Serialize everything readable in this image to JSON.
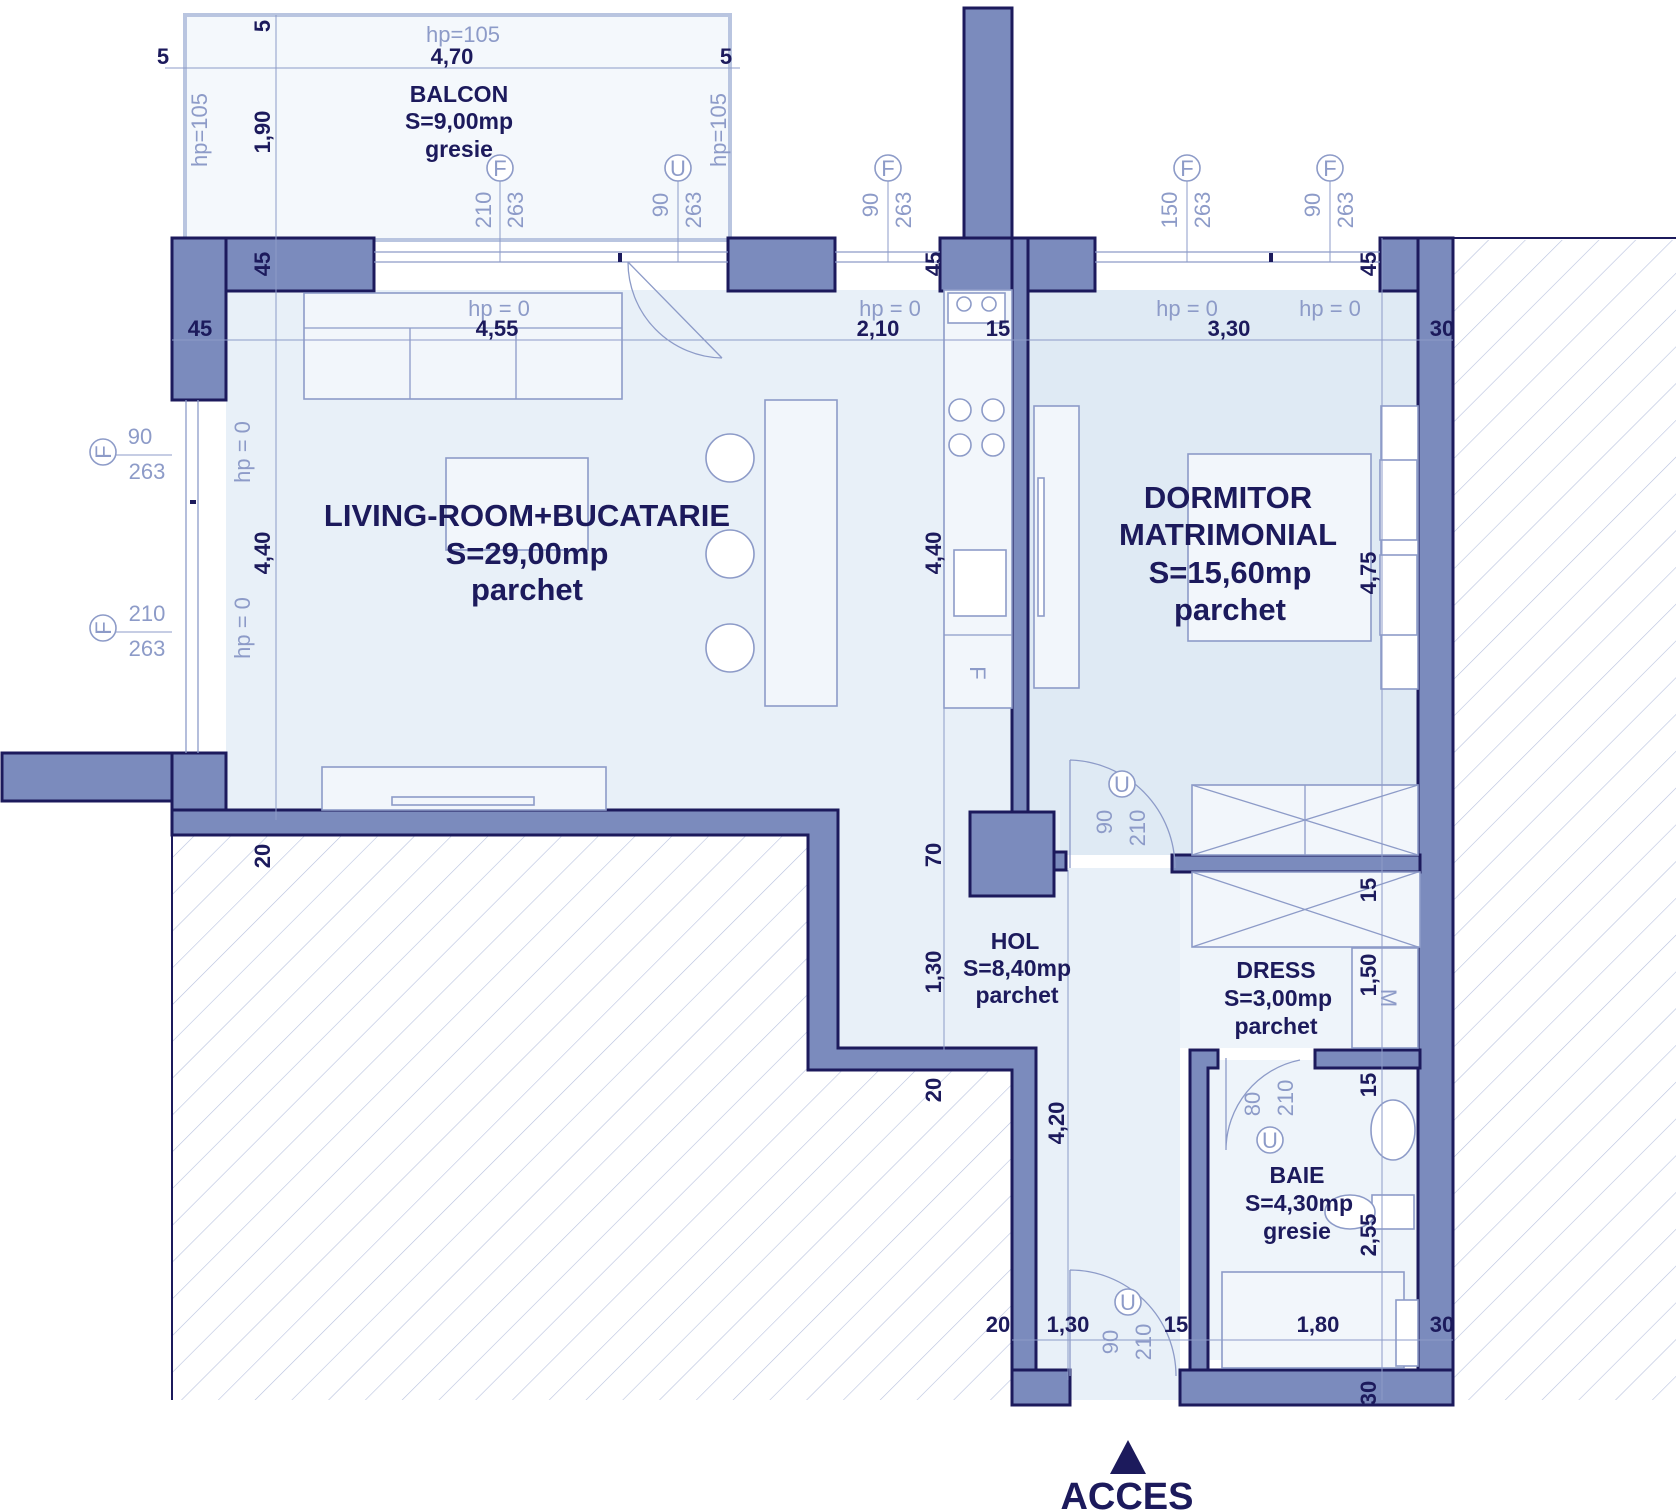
{
  "rooms": {
    "balcon": {
      "name": "BALCON",
      "area": "S=9,00mp",
      "finish": "gresie"
    },
    "living": {
      "name": "LIVING-ROOM+BUCATARIE",
      "area": "S=29,00mp",
      "finish": "parchet"
    },
    "dormitor": {
      "name1": "DORMITOR",
      "name2": "MATRIMONIAL",
      "area": "S=15,60mp",
      "finish": "parchet"
    },
    "hol": {
      "name": "HOL",
      "area": "S=8,40mp",
      "finish": "parchet"
    },
    "dress": {
      "name": "DRESS",
      "area": "S=3,00mp",
      "finish": "parchet"
    },
    "baie": {
      "name": "BAIE",
      "area": "S=4,30mp",
      "finish": "gresie"
    }
  },
  "dims": {
    "d5a": "5",
    "d5b": "5",
    "d5c": "5",
    "d470": "4,70",
    "d190": "1,90",
    "d45a": "45",
    "d45b": "45",
    "d45c": "45",
    "d45d": "45",
    "d455": "4,55",
    "d210": "2,10",
    "d15a": "15",
    "d330": "3,30",
    "d30a": "30",
    "d440a": "4,40",
    "d440b": "4,40",
    "d475": "4,75",
    "d20a": "20",
    "d70": "70",
    "d130a": "1,30",
    "d20b": "20",
    "d420": "4,20",
    "d15b": "15",
    "d150": "1,50",
    "d15c": "15",
    "d255": "2,55",
    "d20c": "20",
    "d130b": "1,30",
    "d15d": "15",
    "d180": "1,80",
    "d30b": "30",
    "d30c": "30"
  },
  "heights": {
    "hp105a": "hp=105",
    "hp105b": "hp=105",
    "hp105c": "hp=105",
    "hp0a": "hp =  0",
    "hp0b": "hp =  0",
    "hp0c": "hp =  0",
    "hp0d": "hp =  0",
    "hp0e": "hp =  0",
    "hp0f": "hp =  0"
  },
  "openings": {
    "f1w": "210",
    "f1h": "263",
    "u1w": "90",
    "u1h": "263",
    "f2w": "90",
    "f2h": "263",
    "f3w": "150",
    "f3h": "263",
    "f4w": "90",
    "f4h": "263",
    "f5w": "90",
    "f5h": "263",
    "f6w": "210",
    "f6h": "263",
    "u2w": "90",
    "u2h": "210",
    "u3w": "80",
    "u3h": "210",
    "u4w": "90",
    "u4h": "210"
  },
  "markers": {
    "F": "F",
    "U": "U",
    "fridge": "F",
    "wash": "M"
  },
  "access": {
    "label": "ACCES"
  },
  "colors": {
    "wall": "#7b8bbd",
    "outline": "#1c1a5c",
    "floor": "#e8f0f8",
    "line": "#8d9bc8"
  }
}
